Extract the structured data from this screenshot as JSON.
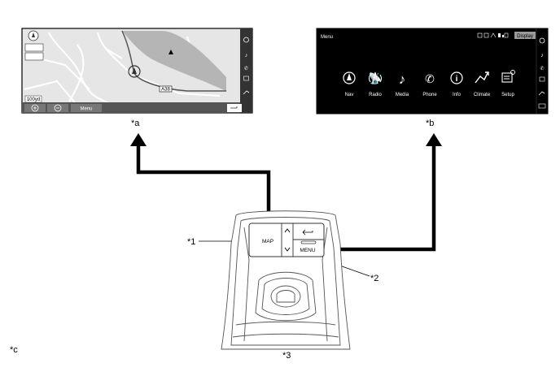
{
  "callouts": {
    "a": "*a",
    "b": "*b",
    "c": "*c",
    "n1": "*1",
    "n2": "*2",
    "n3": "*3"
  },
  "map_screen": {
    "scale_label": "100yd",
    "menu_button": "Menu",
    "route_sign": "A38",
    "zoom_in_icon": "plus-circle-icon",
    "zoom_out_icon": "minus-circle-icon"
  },
  "menu_screen": {
    "title": "Menu",
    "display_button": "Display",
    "items": [
      {
        "label": "Nav",
        "icon": "nav-icon"
      },
      {
        "label": "Radio",
        "icon": "radio-icon"
      },
      {
        "label": "Media",
        "icon": "music-note-icon"
      },
      {
        "label": "Phone",
        "icon": "phone-icon"
      },
      {
        "label": "Info",
        "icon": "info-icon"
      },
      {
        "label": "Climate",
        "icon": "climate-icon"
      },
      {
        "label": "Setup",
        "icon": "setup-icon"
      }
    ]
  },
  "controller": {
    "map_button": "MAP",
    "menu_button": "MENU",
    "up_arrow": "^",
    "back_icon": "back-arrow-icon"
  },
  "colors": {
    "arrow": "#000000",
    "map_bg": "#e6e6e6",
    "menu_bg": "#000000"
  }
}
